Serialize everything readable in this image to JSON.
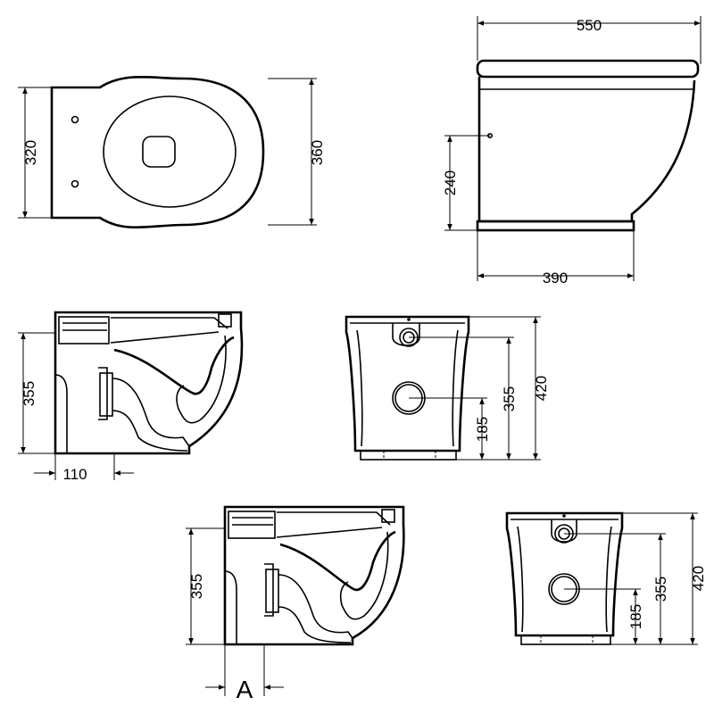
{
  "top_view": {
    "width_dim": "320",
    "depth_dim": "360"
  },
  "side_view": {
    "length_dim": "550",
    "height_dim": "240",
    "base_dim": "390"
  },
  "section_view_1": {
    "height_dim": "355",
    "offset_dim": "110"
  },
  "rear_view_1": {
    "outlet_dim": "185",
    "inlet_dim": "355",
    "total_dim": "420"
  },
  "section_view_2": {
    "height_dim": "355",
    "offset_label": "A"
  },
  "rear_view_2": {
    "outlet_dim": "185",
    "inlet_dim": "355",
    "total_dim": "420"
  }
}
